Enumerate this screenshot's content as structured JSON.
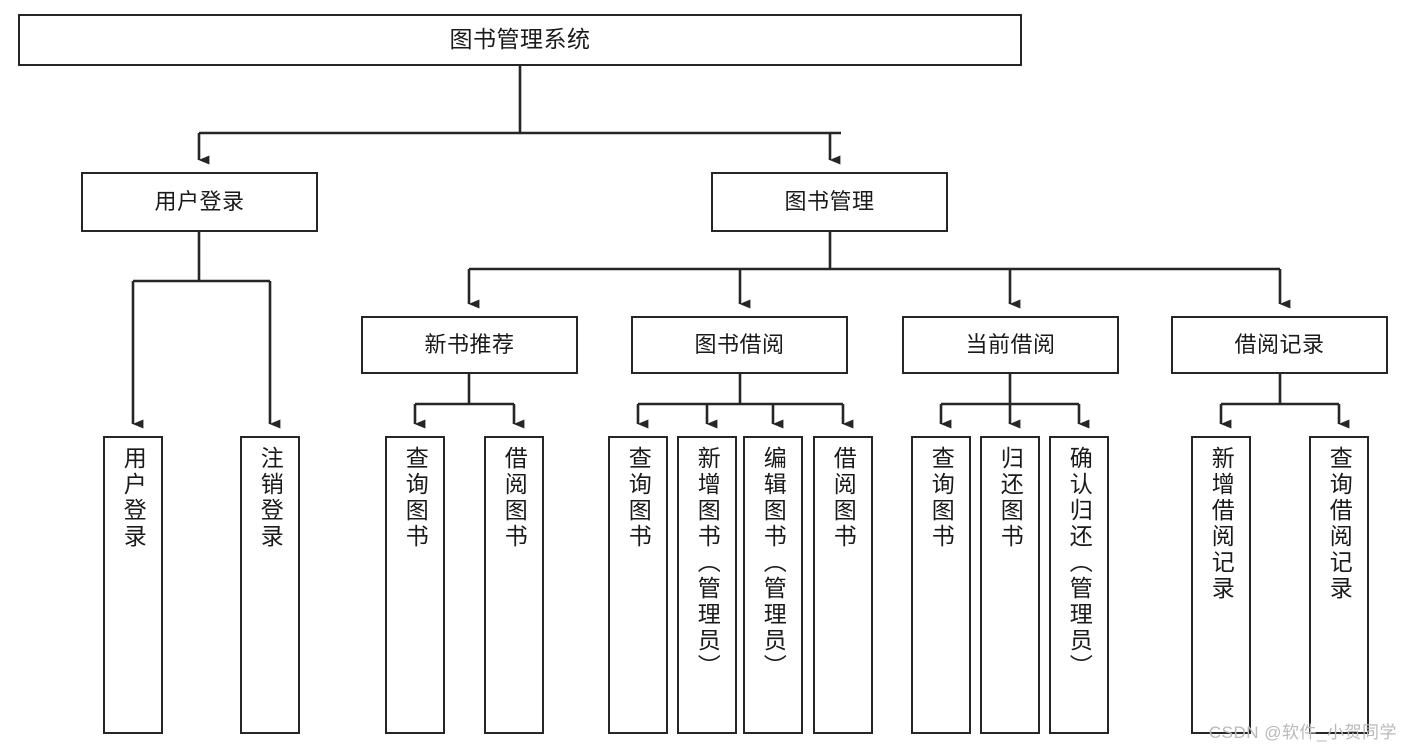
{
  "diagram": {
    "title": "图书管理系统",
    "watermark": "CSDN @软件_小贺同学",
    "stroke_color": "#262626",
    "fill_color": "#ffffff",
    "text_color": "#1a1a1a",
    "watermark_color": "#b9b9b9",
    "root": {
      "id": "root",
      "label": "图书管理系统",
      "orientation": "horizontal"
    },
    "level2": [
      {
        "id": "user-login",
        "label": "用户登录",
        "orientation": "horizontal"
      },
      {
        "id": "book-manage",
        "label": "图书管理",
        "orientation": "horizontal"
      }
    ],
    "level3": [
      {
        "id": "new-book-rec",
        "label": "新书推荐",
        "orientation": "horizontal",
        "parent": "book-manage"
      },
      {
        "id": "book-borrow",
        "label": "图书借阅",
        "orientation": "horizontal",
        "parent": "book-manage"
      },
      {
        "id": "current-borrow",
        "label": "当前借阅",
        "orientation": "horizontal",
        "parent": "book-manage"
      },
      {
        "id": "borrow-record",
        "label": "借阅记录",
        "orientation": "horizontal",
        "parent": "book-manage"
      }
    ],
    "leaves": [
      {
        "id": "leaf-user-login",
        "label": "用户登录",
        "parent": "user-login",
        "orientation": "vertical"
      },
      {
        "id": "leaf-logout-login",
        "label": "注销登录",
        "parent": "user-login",
        "orientation": "vertical"
      },
      {
        "id": "leaf-query-book-rec",
        "label": "查询图书",
        "parent": "new-book-rec",
        "orientation": "vertical"
      },
      {
        "id": "leaf-borrow-book-rec",
        "label": "借阅图书",
        "parent": "new-book-rec",
        "orientation": "vertical"
      },
      {
        "id": "leaf-query-book-borrow",
        "label": "查询图书",
        "parent": "book-borrow",
        "orientation": "vertical"
      },
      {
        "id": "leaf-add-book",
        "label": "新增图书（管理员）",
        "parent": "book-borrow",
        "orientation": "vertical"
      },
      {
        "id": "leaf-edit-book",
        "label": "编辑图书（管理员）",
        "parent": "book-borrow",
        "orientation": "vertical"
      },
      {
        "id": "leaf-borrow-book",
        "label": "借阅图书",
        "parent": "book-borrow",
        "orientation": "vertical"
      },
      {
        "id": "leaf-query-book-current",
        "label": "查询图书",
        "parent": "current-borrow",
        "orientation": "vertical"
      },
      {
        "id": "leaf-return-book",
        "label": "归还图书",
        "parent": "current-borrow",
        "orientation": "vertical"
      },
      {
        "id": "leaf-confirm-return",
        "label": "确认归还（管理员）",
        "parent": "current-borrow",
        "orientation": "vertical"
      },
      {
        "id": "leaf-add-record",
        "label": "新增借阅记录",
        "parent": "borrow-record",
        "orientation": "vertical"
      },
      {
        "id": "leaf-query-record",
        "label": "查询借阅记录",
        "parent": "borrow-record",
        "orientation": "vertical"
      }
    ]
  }
}
